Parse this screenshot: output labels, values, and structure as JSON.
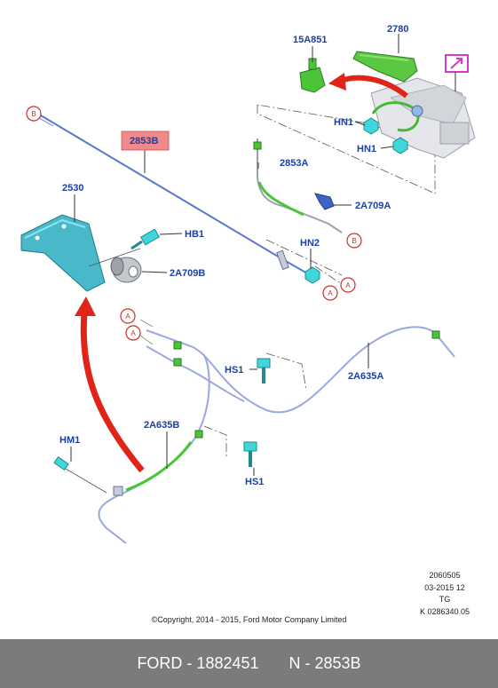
{
  "diagram": {
    "part_labels": {
      "p15A851": "15A851",
      "p2780": "2780",
      "pHN1a": "HN1",
      "pHN1b": "HN1",
      "p2853A": "2853A",
      "p2A709A": "2A709A",
      "p2853B": "2853B",
      "p2530": "2530",
      "pHB1": "HB1",
      "pHN2": "HN2",
      "p2A709B": "2A709B",
      "pHS1a": "HS1",
      "p2A635A": "2A635A",
      "p2A635B": "2A635B",
      "pHM1": "HM1",
      "pHS1b": "HS1"
    },
    "callouts": {
      "b1": "B",
      "b2": "B",
      "a1": "A",
      "a2": "A",
      "a3": "A",
      "a4": "A"
    },
    "colors": {
      "label": "#1a3fa8",
      "cable": "#5a78d0",
      "green_part": "#4cc43a",
      "cyan_part": "#3fd6dc",
      "arrow_red": "#e02418",
      "highlight_box": "#f08a8a",
      "callout_red": "#c8302c",
      "magenta_icon": "#d838c8"
    }
  },
  "meta": {
    "line1": "2060505",
    "line2": "03-2015 12",
    "line3": "TG",
    "line4": "K 0286340 05"
  },
  "copyright": "©Copyright, 2014 - 2015, Ford Motor Company Limited",
  "footer": {
    "part_number": "FORD - 1882451",
    "ref_number": "N - 2853B"
  }
}
